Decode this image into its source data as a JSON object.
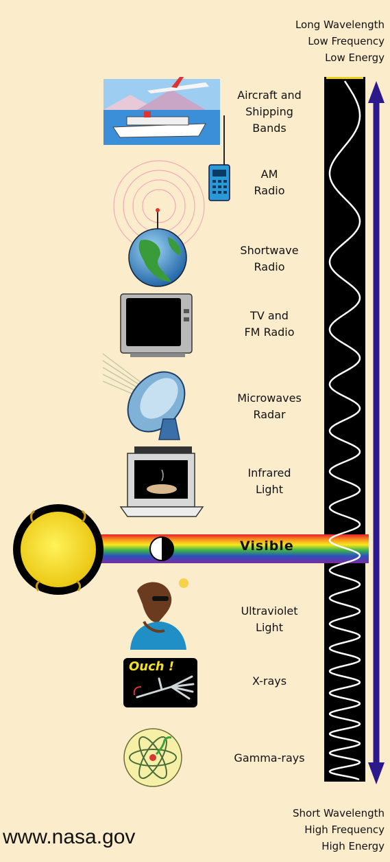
{
  "top_note": "Long Wavelength\nLow Frequency\nLow Energy",
  "bottom_note": "Short Wavelength\nHigh Frequency\nHigh Energy",
  "credit": "www.nasa.gov",
  "bands": [
    {
      "label": "Aircraft and\nShipping\nBands",
      "icon": "ship-and-plane-icon"
    },
    {
      "label": "AM\nRadio",
      "icon": "radio-handset-icon"
    },
    {
      "label": "Shortwave\nRadio",
      "icon": "globe-antenna-icon"
    },
    {
      "label": "TV and\nFM Radio",
      "icon": "television-icon"
    },
    {
      "label": "Microwaves\nRadar",
      "icon": "satellite-dish-icon"
    },
    {
      "label": "Infrared\nLight",
      "icon": "oven-icon"
    },
    {
      "label": "Visible",
      "icon": "sun-icon"
    },
    {
      "label": "Ultraviolet\nLight",
      "icon": "sunbather-icon"
    },
    {
      "label": "X-rays",
      "icon": "xray-hand-icon"
    },
    {
      "label": "Gamma-rays",
      "icon": "atom-icon"
    }
  ],
  "xray_caption": "Ouch !",
  "colors": {
    "background": "#fbeccb",
    "wave_strip": "#000000",
    "wave": "#ffffff",
    "arrow": "#2c1a8c",
    "sun": "#f6e21a"
  }
}
